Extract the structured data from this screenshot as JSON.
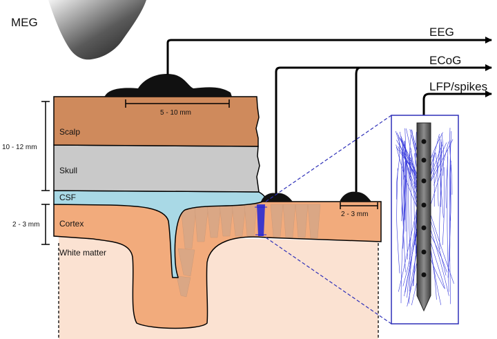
{
  "labels": {
    "meg": "MEG",
    "eeg": "EEG",
    "ecog": "ECoG",
    "lfp": "LFP/spikes",
    "scalp": "Scalp",
    "skull": "Skull",
    "csf": "CSF",
    "cortex": "Cortex",
    "white_matter": "White matter",
    "thick_outer": "10 - 12 mm",
    "thick_cortex": "2 - 3 mm",
    "eeg_span": "5 - 10 mm",
    "ecog_span": "2 - 3 mm"
  },
  "colors": {
    "scalp": "#cf8a5c",
    "skull": "#c9c9c9",
    "csf": "#a9d9e6",
    "cortex": "#f2ab7c",
    "white_matter": "#fbe2d2",
    "electrode": "#111111",
    "neuron": "#1f22d8",
    "inset_border": "#2d2fb8",
    "probe": "#6b6b6b"
  }
}
